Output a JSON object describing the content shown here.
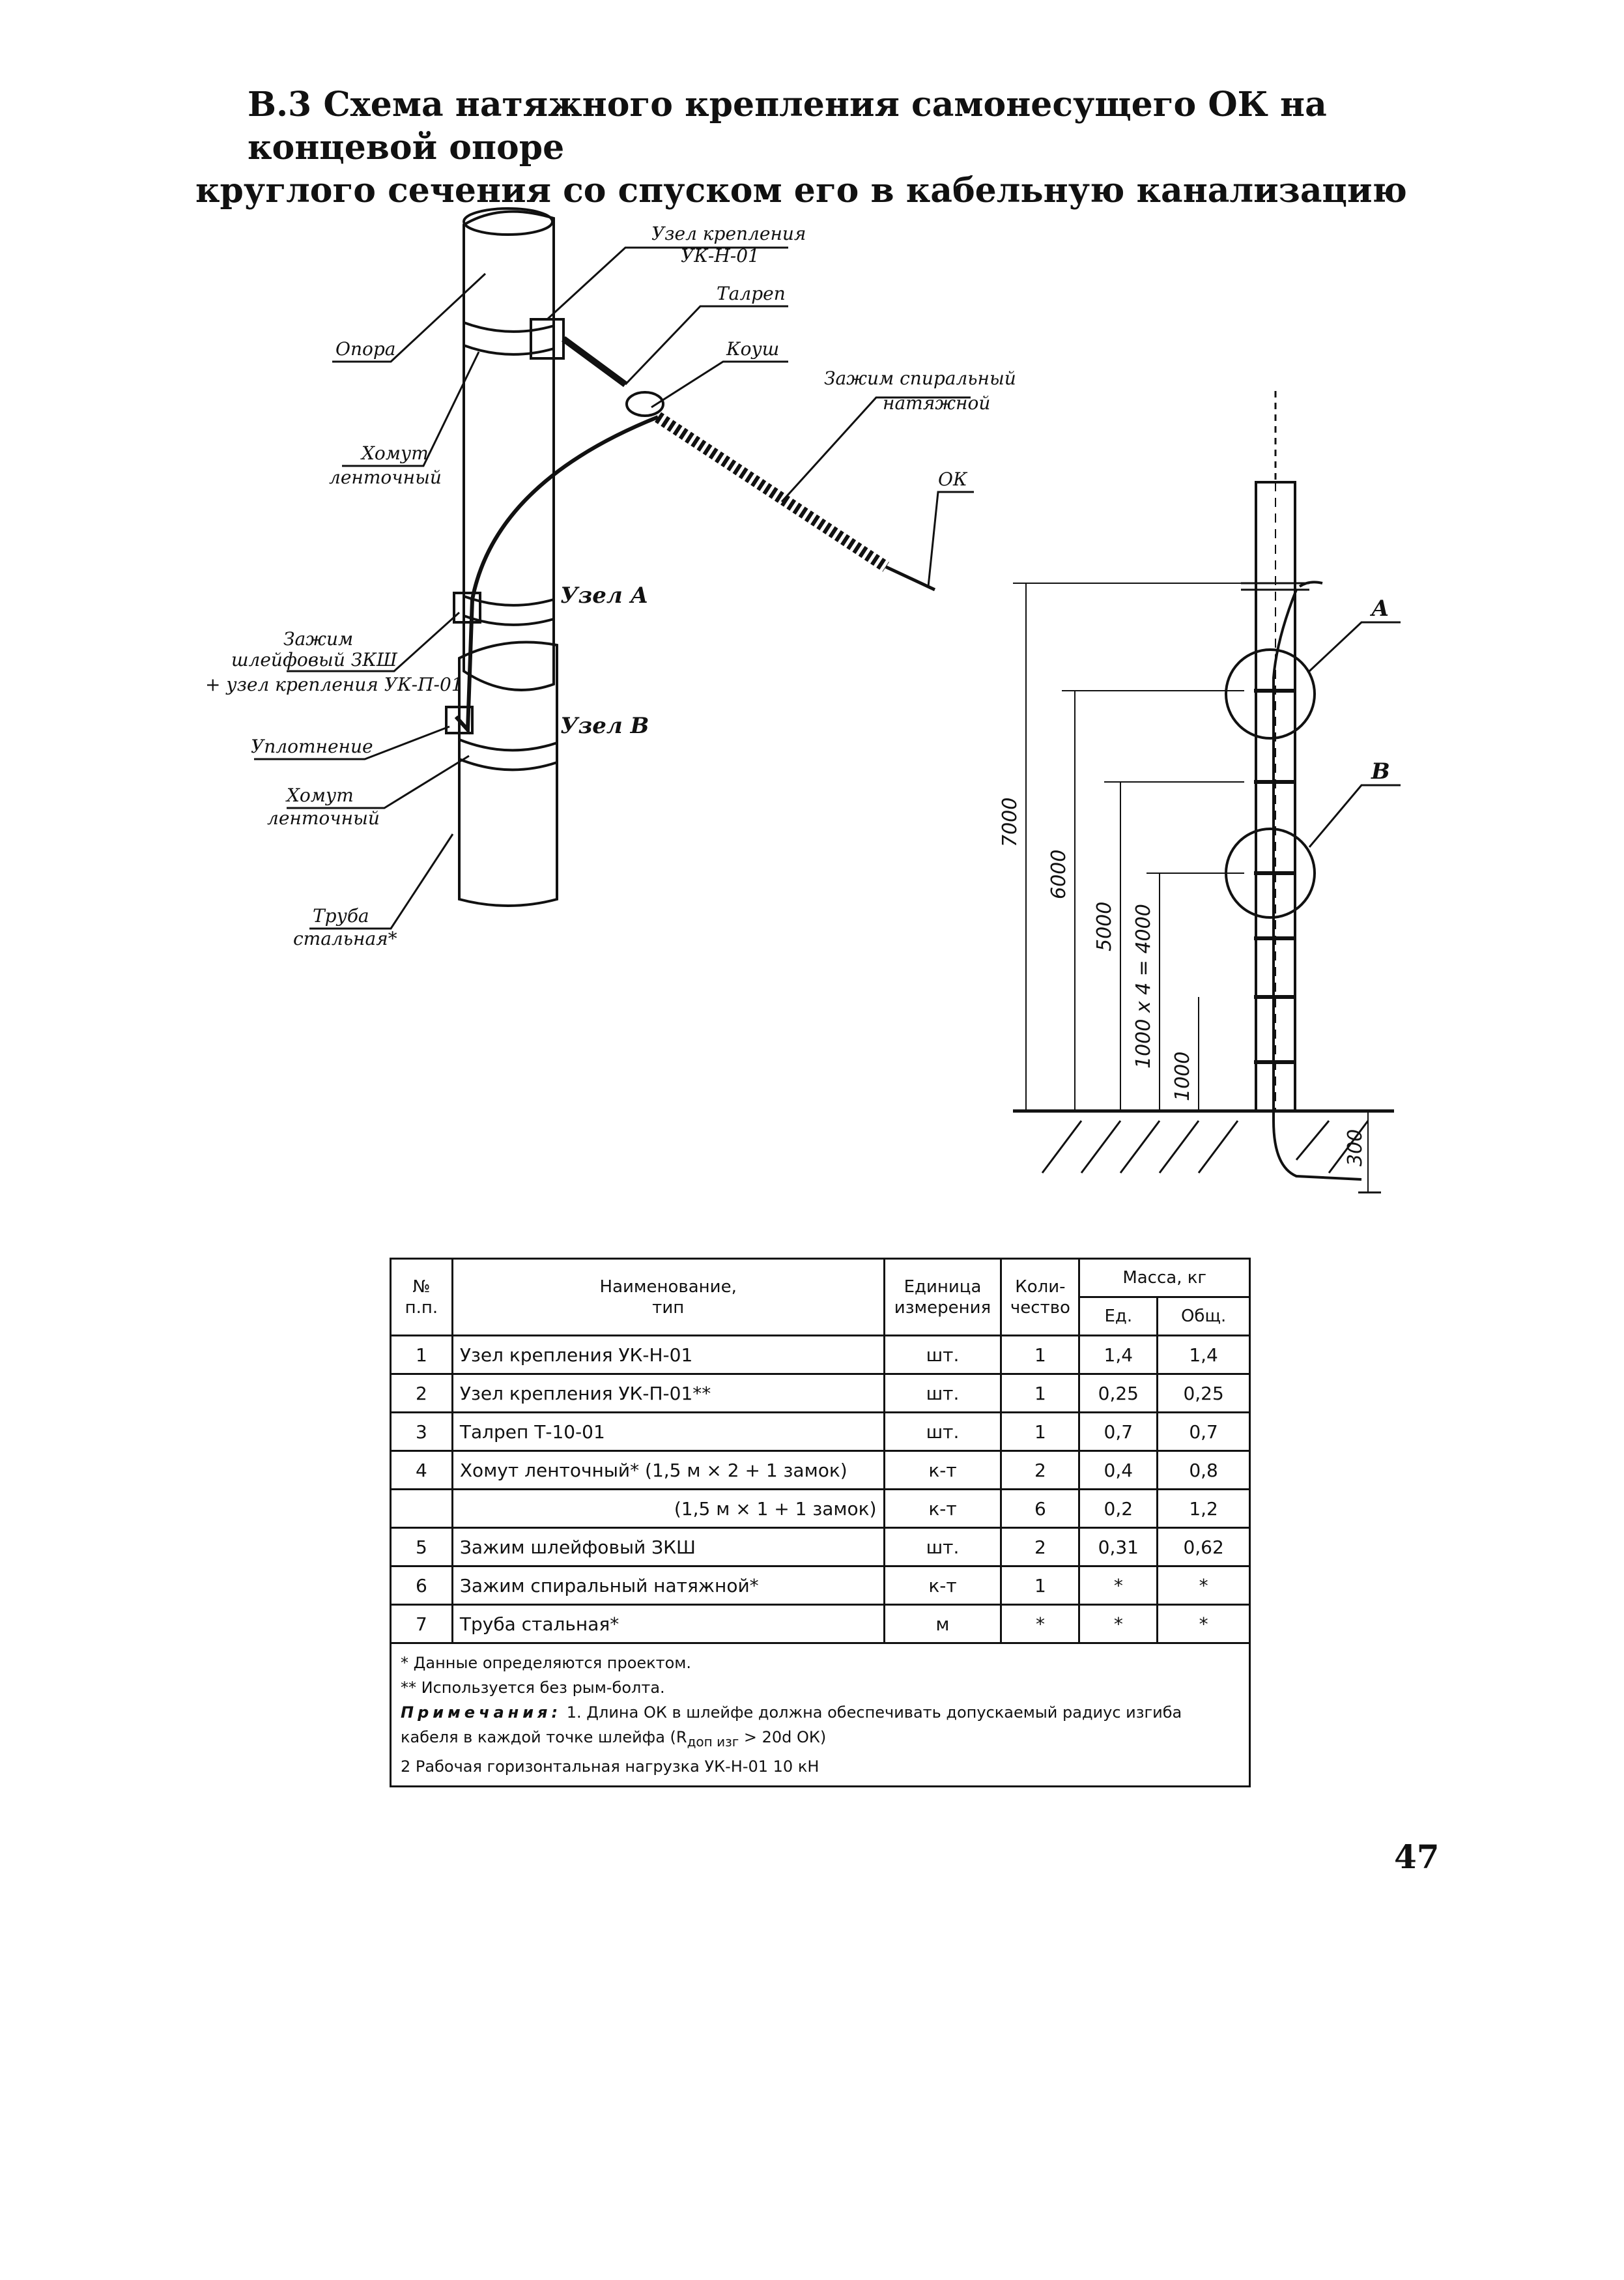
{
  "title": {
    "line1": "В.3 Схема натяжного крепления самонесущего ОК на концевой опоре",
    "line2": "круглого сечения со спуском его в кабельную канализацию"
  },
  "labels": {
    "uzel_krepleniya": "Узел крепления",
    "uk_n_01": "УК-Н-01",
    "talrep": "Талреп",
    "koush": "Коуш",
    "zazhim_spiralny": "Зажим спиральный",
    "natyazhnoy": "натяжной",
    "ok": "ОК",
    "opora": "Опора",
    "khomut": "Хомут",
    "lentochny": "ленточный",
    "zazhim": "Зажим",
    "shleyfovy_zksh": "шлейфовый ЗКШ",
    "plus_uzel": "+ узел крепления УК-П-01",
    "uzel_a": "Узел А",
    "uzel_b": "Узел В",
    "uplotnenie": "Уплотнение",
    "khomut2": "Хомут",
    "lentochny2": "ленточный",
    "truba": "Труба",
    "stalnaya": "стальная*",
    "node_a": "А",
    "node_b": "В"
  },
  "dimensions": {
    "d7000": "7000",
    "d6000": "6000",
    "d5000": "5000",
    "d4000": "1000 x 4 = 4000",
    "d1000": "1000",
    "d300": "300"
  },
  "table": {
    "headers": {
      "num": "№\nп.п.",
      "name": "Наименование,\nтип",
      "unit": "Единица\nизмерения",
      "qty": "Коли-\nчество",
      "mass": "Масса, кг",
      "mass_unit": "Ед.",
      "mass_total": "Общ."
    },
    "rows": [
      {
        "num": "1",
        "name": "Узел крепления УК-Н-01",
        "unit": "шт.",
        "qty": "1",
        "m1": "1,4",
        "m2": "1,4"
      },
      {
        "num": "2",
        "name": "Узел крепления УК-П-01**",
        "unit": "шт.",
        "qty": "1",
        "m1": "0,25",
        "m2": "0,25"
      },
      {
        "num": "3",
        "name": "Талреп Т-10-01",
        "unit": "шт.",
        "qty": "1",
        "m1": "0,7",
        "m2": "0,7"
      },
      {
        "num": "4",
        "name": "Хомут ленточный* (1,5 м × 2 + 1 замок)",
        "unit": "к-т",
        "qty": "2",
        "m1": "0,4",
        "m2": "0,8"
      },
      {
        "num": "",
        "name": "(1,5 м × 1 + 1 замок)",
        "unit": "к-т",
        "qty": "6",
        "m1": "0,2",
        "m2": "1,2"
      },
      {
        "num": "5",
        "name": "Зажим шлейфовый ЗКШ",
        "unit": "шт.",
        "qty": "2",
        "m1": "0,31",
        "m2": "0,62"
      },
      {
        "num": "6",
        "name": "Зажим спиральный натяжной*",
        "unit": "к-т",
        "qty": "1",
        "m1": "*",
        "m2": "*"
      },
      {
        "num": "7",
        "name": "Труба стальная*",
        "unit": "м",
        "qty": "*",
        "m1": "*",
        "m2": "*"
      }
    ]
  },
  "notes": {
    "n1": "* Данные определяются проектом.",
    "n2": "** Используется без рым-болта.",
    "prim_label": "Примечания:",
    "prim_text": "1. Длина ОК в шлейфе должна обеспечивать допускаемый радиус изгиба кабеля в каждой точке шлейфа (R",
    "prim_sub": "доп изг",
    "prim_end": " > 20d ОК)",
    "n3": "2 Рабочая горизонтальная нагрузка УК-Н-01 10 кН"
  },
  "page_number": "47"
}
